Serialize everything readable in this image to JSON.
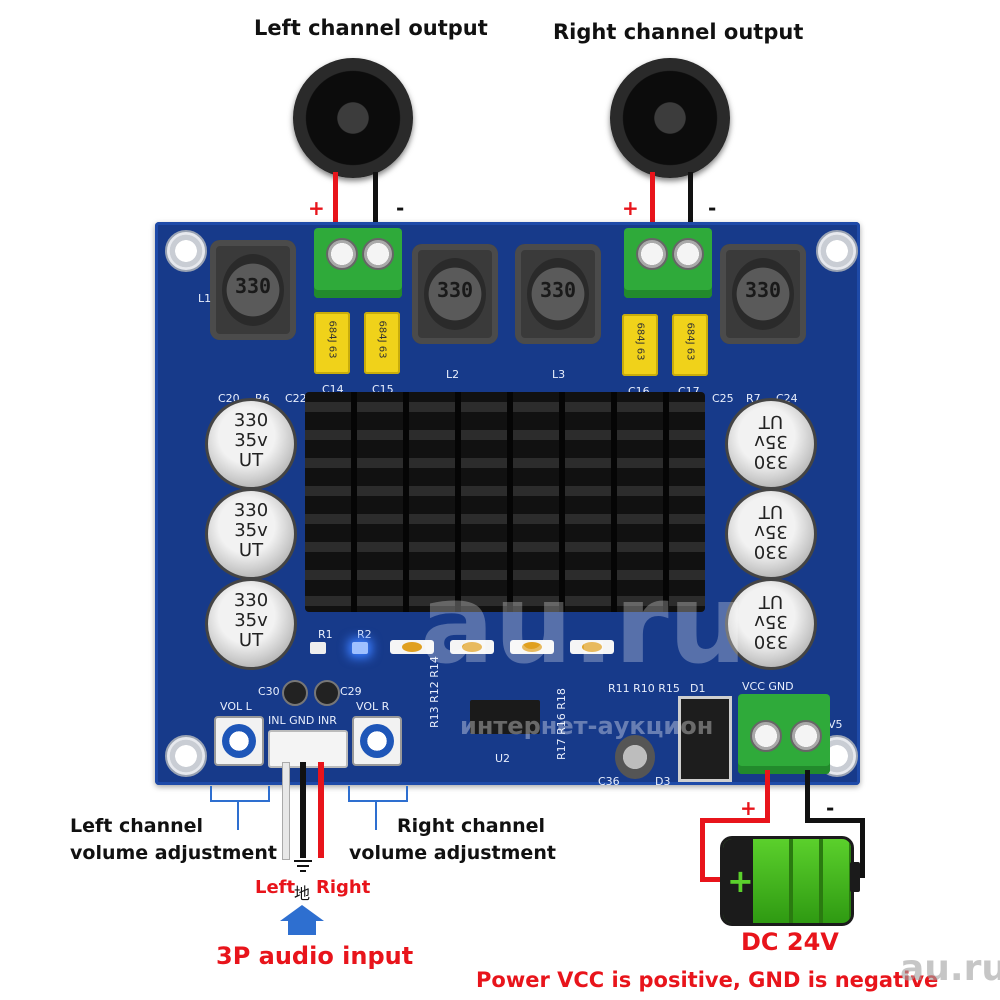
{
  "labels": {
    "left_output": "Left channel output",
    "right_output": "Right channel output",
    "left_vol_line1": "Left channel",
    "left_vol_line2": "volume adjustment",
    "right_vol_line1": "Right channel",
    "right_vol_line2": "volume adjustment",
    "input_left": "Left",
    "input_ground": "地",
    "input_right": "Right",
    "audio_input": "3P audio input",
    "dc": "DC 24V",
    "power_note": "Power VCC is positive, GND is negative",
    "plus": "+",
    "minus": "-"
  },
  "board": {
    "inductor_text": "330",
    "inductor_refs": [
      "L1",
      "L2",
      "L3"
    ],
    "cap_ref_left": [
      "C14",
      "C15"
    ],
    "cap_ref_right": [
      "C16",
      "C17"
    ],
    "film_cap_text": "684J 63",
    "ecap_line1": "330",
    "ecap_line2": "35v",
    "ecap_line3": "UT",
    "silk_top_left": [
      "C20",
      "R6",
      "C22"
    ],
    "silk_top_right": [
      "C25",
      "R7",
      "C24"
    ],
    "vol_l": "VOL L",
    "vol_r": "VOL R",
    "in_labels": "INL GND INR",
    "c30": "C30",
    "c29": "C29",
    "vcc_gnd": "VCC GND",
    "r_labels": "R11 R10 R15",
    "d1": "D1",
    "u2": "U2",
    "v5": "V5",
    "r13": "R13 R12 R14",
    "r17": "R17 R16 R18",
    "c36": "C36",
    "d3": "D3",
    "r1": "R1",
    "r2": "R2"
  },
  "watermark": {
    "main": "au.ru",
    "sub": "интернет-аукцион",
    "corner": "au.ru"
  },
  "colors": {
    "board": "#173a8a",
    "wire_red": "#e8141b",
    "wire_black": "#111111",
    "terminal_green": "#2faa3a",
    "capacitor_yellow": "#f0d21a",
    "arrow_blue": "#2e6fd0"
  }
}
